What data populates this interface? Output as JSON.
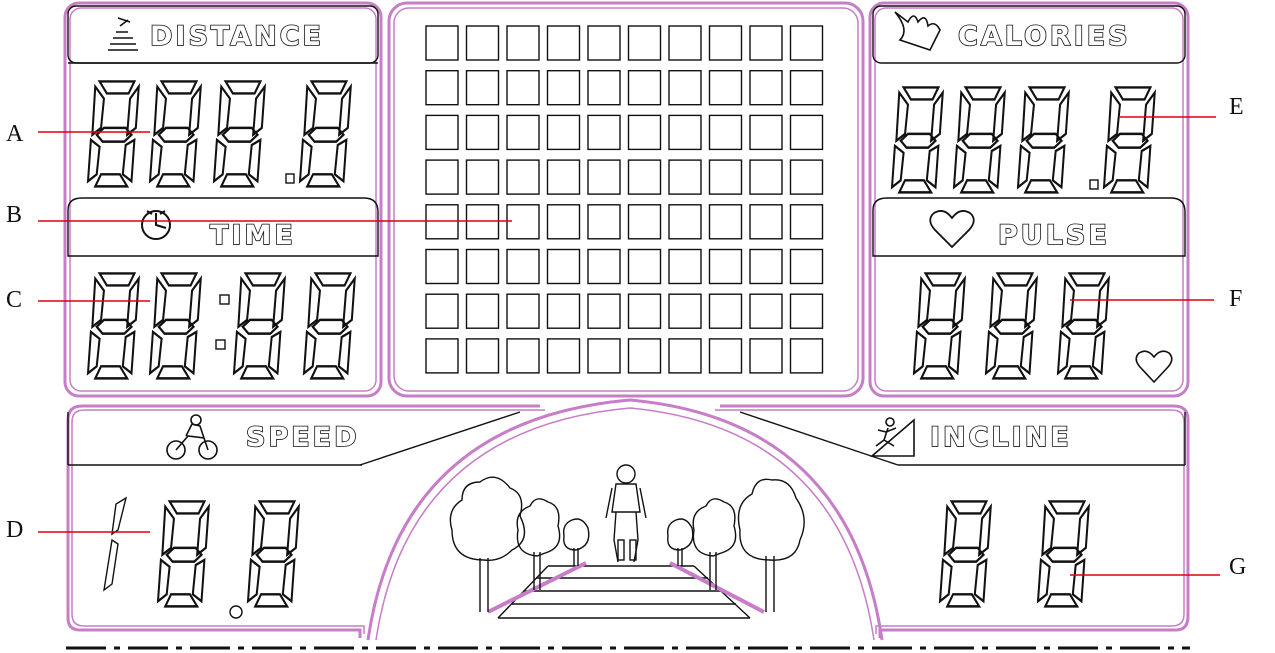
{
  "colors": {
    "frame": "#c77dc7",
    "line": "#111111",
    "callout": "#e0000f",
    "background": "#ffffff"
  },
  "panels": {
    "distance": {
      "label": "DISTANCE",
      "icon": "distance-icon",
      "readout": "888.8"
    },
    "time": {
      "label": "TIME",
      "icon": "clock-icon",
      "readout": "88:88"
    },
    "calories": {
      "label": "CALORIES",
      "icon": "flame-icon",
      "readout": "888.8"
    },
    "pulse": {
      "label": "PULSE",
      "icon": "heart-icon",
      "readout": "888",
      "indicator": "heart-indicator-icon"
    },
    "speed": {
      "label": "SPEED",
      "icon": "motorcycle-icon",
      "readout": "18.8"
    },
    "incline": {
      "label": "INCLINE",
      "icon": "runner-incline-icon",
      "readout": "88"
    }
  },
  "matrix": {
    "columns": 10,
    "rows": 8
  },
  "scene": {
    "icons": [
      "runner-icon",
      "tree-icon",
      "track-icon"
    ]
  },
  "callouts": [
    {
      "id": "A",
      "label": "A"
    },
    {
      "id": "B",
      "label": "B"
    },
    {
      "id": "C",
      "label": "C"
    },
    {
      "id": "D",
      "label": "D"
    },
    {
      "id": "E",
      "label": "E"
    },
    {
      "id": "F",
      "label": "F"
    },
    {
      "id": "G",
      "label": "G"
    }
  ]
}
